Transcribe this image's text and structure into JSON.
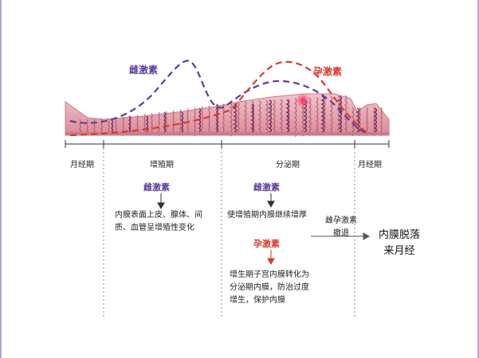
{
  "hormones": {
    "estrogen_curve_label": "雌激素",
    "progesterone_curve_label": "孕激素"
  },
  "phases": {
    "menstrual_left": "月经期",
    "proliferative": "增殖期",
    "secretory": "分泌期",
    "menstrual_right": "月经期"
  },
  "proliferative_detail": {
    "hormone": "雌激素",
    "effect": "内膜表面上皮、腺体、间质、血管呈增殖性变化"
  },
  "secretory_detail": {
    "estrogen": "雌激素",
    "estrogen_effect": "使增殖期内膜继续增厚",
    "progesterone": "孕激素",
    "progesterone_effect": "增生期子宫内膜转化为分泌期内膜，防治过度增生，保护内膜"
  },
  "withdrawal": {
    "label_line1": "雌孕激素",
    "label_line2": "撤退",
    "result_line1": "内膜脱落",
    "result_line2": "来月经"
  },
  "colors": {
    "estrogen": "#5b3c9c",
    "progesterone": "#d63a2a",
    "endometrium": "#e9a7b3",
    "vessel": "#7a3a6a",
    "divider": "#888888"
  }
}
